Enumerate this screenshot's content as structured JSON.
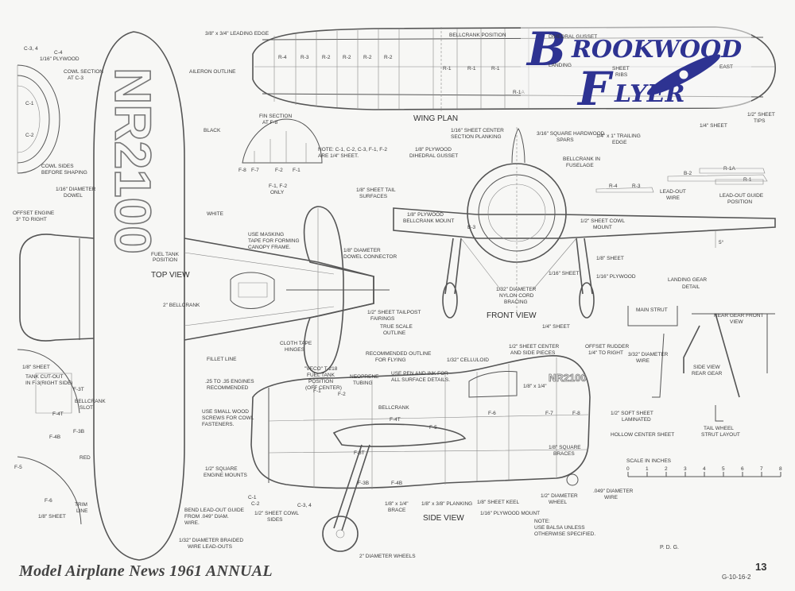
{
  "logo": {
    "line1_initial": "B",
    "line1_rest": "ROOKWOOD",
    "line2_initial": "F",
    "line2_rest": "LYER"
  },
  "registration": "NR2100",
  "footer": {
    "publication": "Model Airplane News 1961 ANNUAL",
    "page_number": "13",
    "drawing_number": "G-10-16-2",
    "draftsman": "P. D. G."
  },
  "views": {
    "top": "TOP VIEW",
    "wing_plan": "WING PLAN",
    "front": "FRONT VIEW",
    "side": "SIDE VIEW",
    "landing_gear": "LANDING GEAR",
    "landing_gear_2": "DETAIL",
    "scale": "SCALE IN INCHES"
  },
  "scale_ticks": [
    "0",
    "1",
    "2",
    "3",
    "4",
    "5",
    "6",
    "7",
    "8"
  ],
  "rib_labels": [
    "R-4",
    "R-3",
    "R-2",
    "R-2",
    "R-2",
    "R-2",
    "R-1",
    "R-1",
    "R-1",
    "R-1A"
  ],
  "wing_labels": {
    "leading_edge": "3/8\" x 3/4\" LEADING EDGE",
    "bellcrank_pos": "BELLCRANK POSITION",
    "center_planking_1": "1/16\" SHEET CENTER",
    "center_planking_2": "SECTION PLANKING",
    "spars_1": "3/16\" SQUARE HARDWOOD",
    "spars_2": "SPARS",
    "trailing_1": "1/4\" x 1\" TRAILING",
    "trailing_2": "EDGE",
    "sheet_14": "1/4\" SHEET",
    "tips_1": "1/2\" SHEET",
    "tips_2": "TIPS",
    "note_1": "NOTE: C-1, C-2, C-3, F-1, F-2",
    "note_2": "ARE 1/4\" SHEET.",
    "gusset_1": "1/8\" PLYWOOD",
    "gusset_2": "DIHEDRAL GUSSET",
    "dihedral": "DIHEDRAL GUSSET",
    "landing": "LANDING",
    "sheet_ribs_1": "SHEET",
    "sheet_ribs_2": "RIBS",
    "east": "EAST"
  },
  "small_parts": [
    "B-2",
    "R-4",
    "R-3",
    "R-1A",
    "R-1"
  ],
  "left_labels": {
    "c34": "C-3, 4",
    "c4": "C-4",
    "ply116": "1/16\" PLYWOOD",
    "cowl_section_1": "COWL SECTION",
    "cowl_section_2": "AT C-3",
    "c1": "C-1",
    "c2": "C-2",
    "cowl_sides_1": "COWL SIDES",
    "cowl_sides_2": "BEFORE SHAPING",
    "dowel_1": "1/16\" DIAMETER",
    "dowel_2": "DOWEL",
    "offset_1": "OFFSET ENGINE",
    "offset_2": "3° TO RIGHT",
    "aileron": "AILERON OUTLINE",
    "black": "BLACK",
    "white": "WHITE",
    "fuel_tank_1": "FUEL TANK",
    "fuel_tank_2": "POSITION",
    "bellcrank2": "2\" BELLCRANK",
    "fillet": "FILLET LINE",
    "sheet18": "1/8\" SHEET",
    "tank_cut_1": "TANK CUT-OUT",
    "tank_cut_2": "IN F-3(RIGHT SIDE)",
    "f3t": "F-3T",
    "f4t": "F-4T",
    "bellcrank_slot_1": "BELLCRANK",
    "bellcrank_slot_2": "SLOT",
    "f4b": "F-4B",
    "f3b": "F-3B",
    "red": "RED",
    "f5": "F-5",
    "f6": "F-6",
    "trim_1": "TRIM",
    "trim_2": "LINE",
    "sheet18b": "1/8\" SHEET"
  },
  "center_labels": {
    "fin_section_1": "FIN SECTION",
    "fin_section_2": "AT F-8",
    "f8": "F-8",
    "f7": "F-7",
    "f2": "F-2",
    "f1": "F-1",
    "f1f2_1": "F-1, F-2",
    "f1f2_2": "ONLY",
    "tail_surf_1": "1/8\" SHEET TAIL",
    "tail_surf_2": "SURFACES",
    "masking_1": "USE MASKING",
    "masking_2": "TAPE FOR FORMING",
    "masking_3": "CANOPY FRAME.",
    "dowel_conn_1": "1/8\" DIAMETER",
    "dowel_conn_2": "DOWEL CONNECTOR",
    "tailpost_1": "1/2\" SHEET TAILPOST",
    "tailpost_2": "FAIRINGS",
    "true_scale_1": "TRUE SCALE",
    "true_scale_2": "OUTLINE",
    "cloth_1": "CLOTH TAPE",
    "cloth_2": "HINGES",
    "recommended_1": "RECOMMENDED OUTLINE",
    "recommended_2": "FOR FLYING",
    "engines_1": ".25 TO .35 ENGINES",
    "engines_2": "RECOMMENDED",
    "veco_1": "\"VECO\" T-218",
    "veco_2": "FUEL TANK",
    "veco_3": "POSITION",
    "veco_4": "(OFF CENTER)",
    "neoprene_1": "NEOPRENE",
    "neoprene_2": "TUBING",
    "pen_1": "USE PEN AND INK FOR",
    "pen_2": "ALL SURFACE DETAILS.",
    "screws_1": "USE SMALL WOOD",
    "screws_2": "SCREWS FOR COWL",
    "screws_3": "FASTENERS.",
    "mounts_1": "1/2\" SQUARE",
    "mounts_2": "ENGINE MOUNTS",
    "bend_1": "BEND LEAD-OUT GUIDE",
    "bend_2": "FROM .049\" DIAM.",
    "bend_3": "WIRE.",
    "braided_1": "1/32\" DIAMETER BRAIDED",
    "braided_2": "WIRE LEAD-OUTS",
    "cowl_sides_1": "1/2\" SHEET COWL",
    "cowl_sides_2": "SIDES",
    "c34": "C-3, 4",
    "c1": "C-1",
    "c2": "C-2"
  },
  "front_labels": {
    "bellcrank_fus_1": "BELLCRANK IN",
    "bellcrank_fus_2": "FUSELAGE",
    "leadout_wire_1": "LEAD-OUT",
    "leadout_wire_2": "WIRE",
    "guide_1": "LEAD-OUT GUIDE",
    "guide_2": "POSITION",
    "ply_mount_1": "1/8\" PLYWOOD",
    "ply_mount_2": "BELLCRANK MOUNT",
    "cowl_mount_1": "1/2\" SHEET COWL",
    "cowl_mount_2": "MOUNT",
    "dihedral": "5°",
    "sheet18": "1/8\" SHEET",
    "sheet116": "1/16\" SHEET",
    "ply116": "1/16\" PLYWOOD",
    "nylon_1": "1/32\" DIAMETER",
    "nylon_2": "NYLON CORD",
    "nylon_3": "BRACING",
    "sheet14": "1/4\" SHEET",
    "b3": "B-3"
  },
  "side_labels": {
    "celluloid": "1/32\" CELLULOID",
    "center_sides_1": "1/2\" SHEET CENTER",
    "center_sides_2": "AND SIDE PIECES",
    "offset_rudder_1": "OFFSET RUDDER",
    "offset_rudder_2": "1/4\" TO RIGHT",
    "stringer": "1/8\" x 1/4\"",
    "f1": "F-1",
    "f2": "F-2",
    "f3t": "F-3T",
    "f4t": "F-4T",
    "f5": "F-5",
    "f6": "F-6",
    "f7": "F-7",
    "f8": "F-8",
    "f3b": "F-3B",
    "f4b": "F-4B",
    "bellcrank": "BELLCRANK",
    "soft_1": "1/2\" SOFT SHEET",
    "soft_2": "LAMINATED",
    "hollow": "HOLLOW CENTER SHEET",
    "braces_1": "1/8\" SQUARE",
    "braces_2": "BRACES",
    "wire_1": ".049\" DIAMETER",
    "wire_2": "WIRE",
    "wheel_1": "1/2\" DIAMETER",
    "wheel_2": "WHEEL",
    "keel": "1/8\" SHEET KEEL",
    "planking": "1/8\" x 3/8\" PLANKING",
    "brace_1": "1/8\" x 1/4\"",
    "brace_2": "BRACE",
    "ply_mount": "1/16\" PLYWOOD MOUNT",
    "wheels": "2\" DIAMETER WHEELS",
    "note_1": "NOTE:",
    "note_2": "USE BALSA UNLESS",
    "note_3": "OTHERWISE SPECIFIED."
  },
  "gear_labels": {
    "main_strut": "MAIN STRUT",
    "rear_1": "REAR GEAR FRONT",
    "rear_2": "VIEW",
    "wire_1": "3/32\" DIAMETER",
    "wire_2": "WIRE",
    "side_1": "SIDE VIEW",
    "side_2": "REAR GEAR",
    "tail_1": "TAIL WHEEL",
    "tail_2": "STRUT LAYOUT"
  }
}
